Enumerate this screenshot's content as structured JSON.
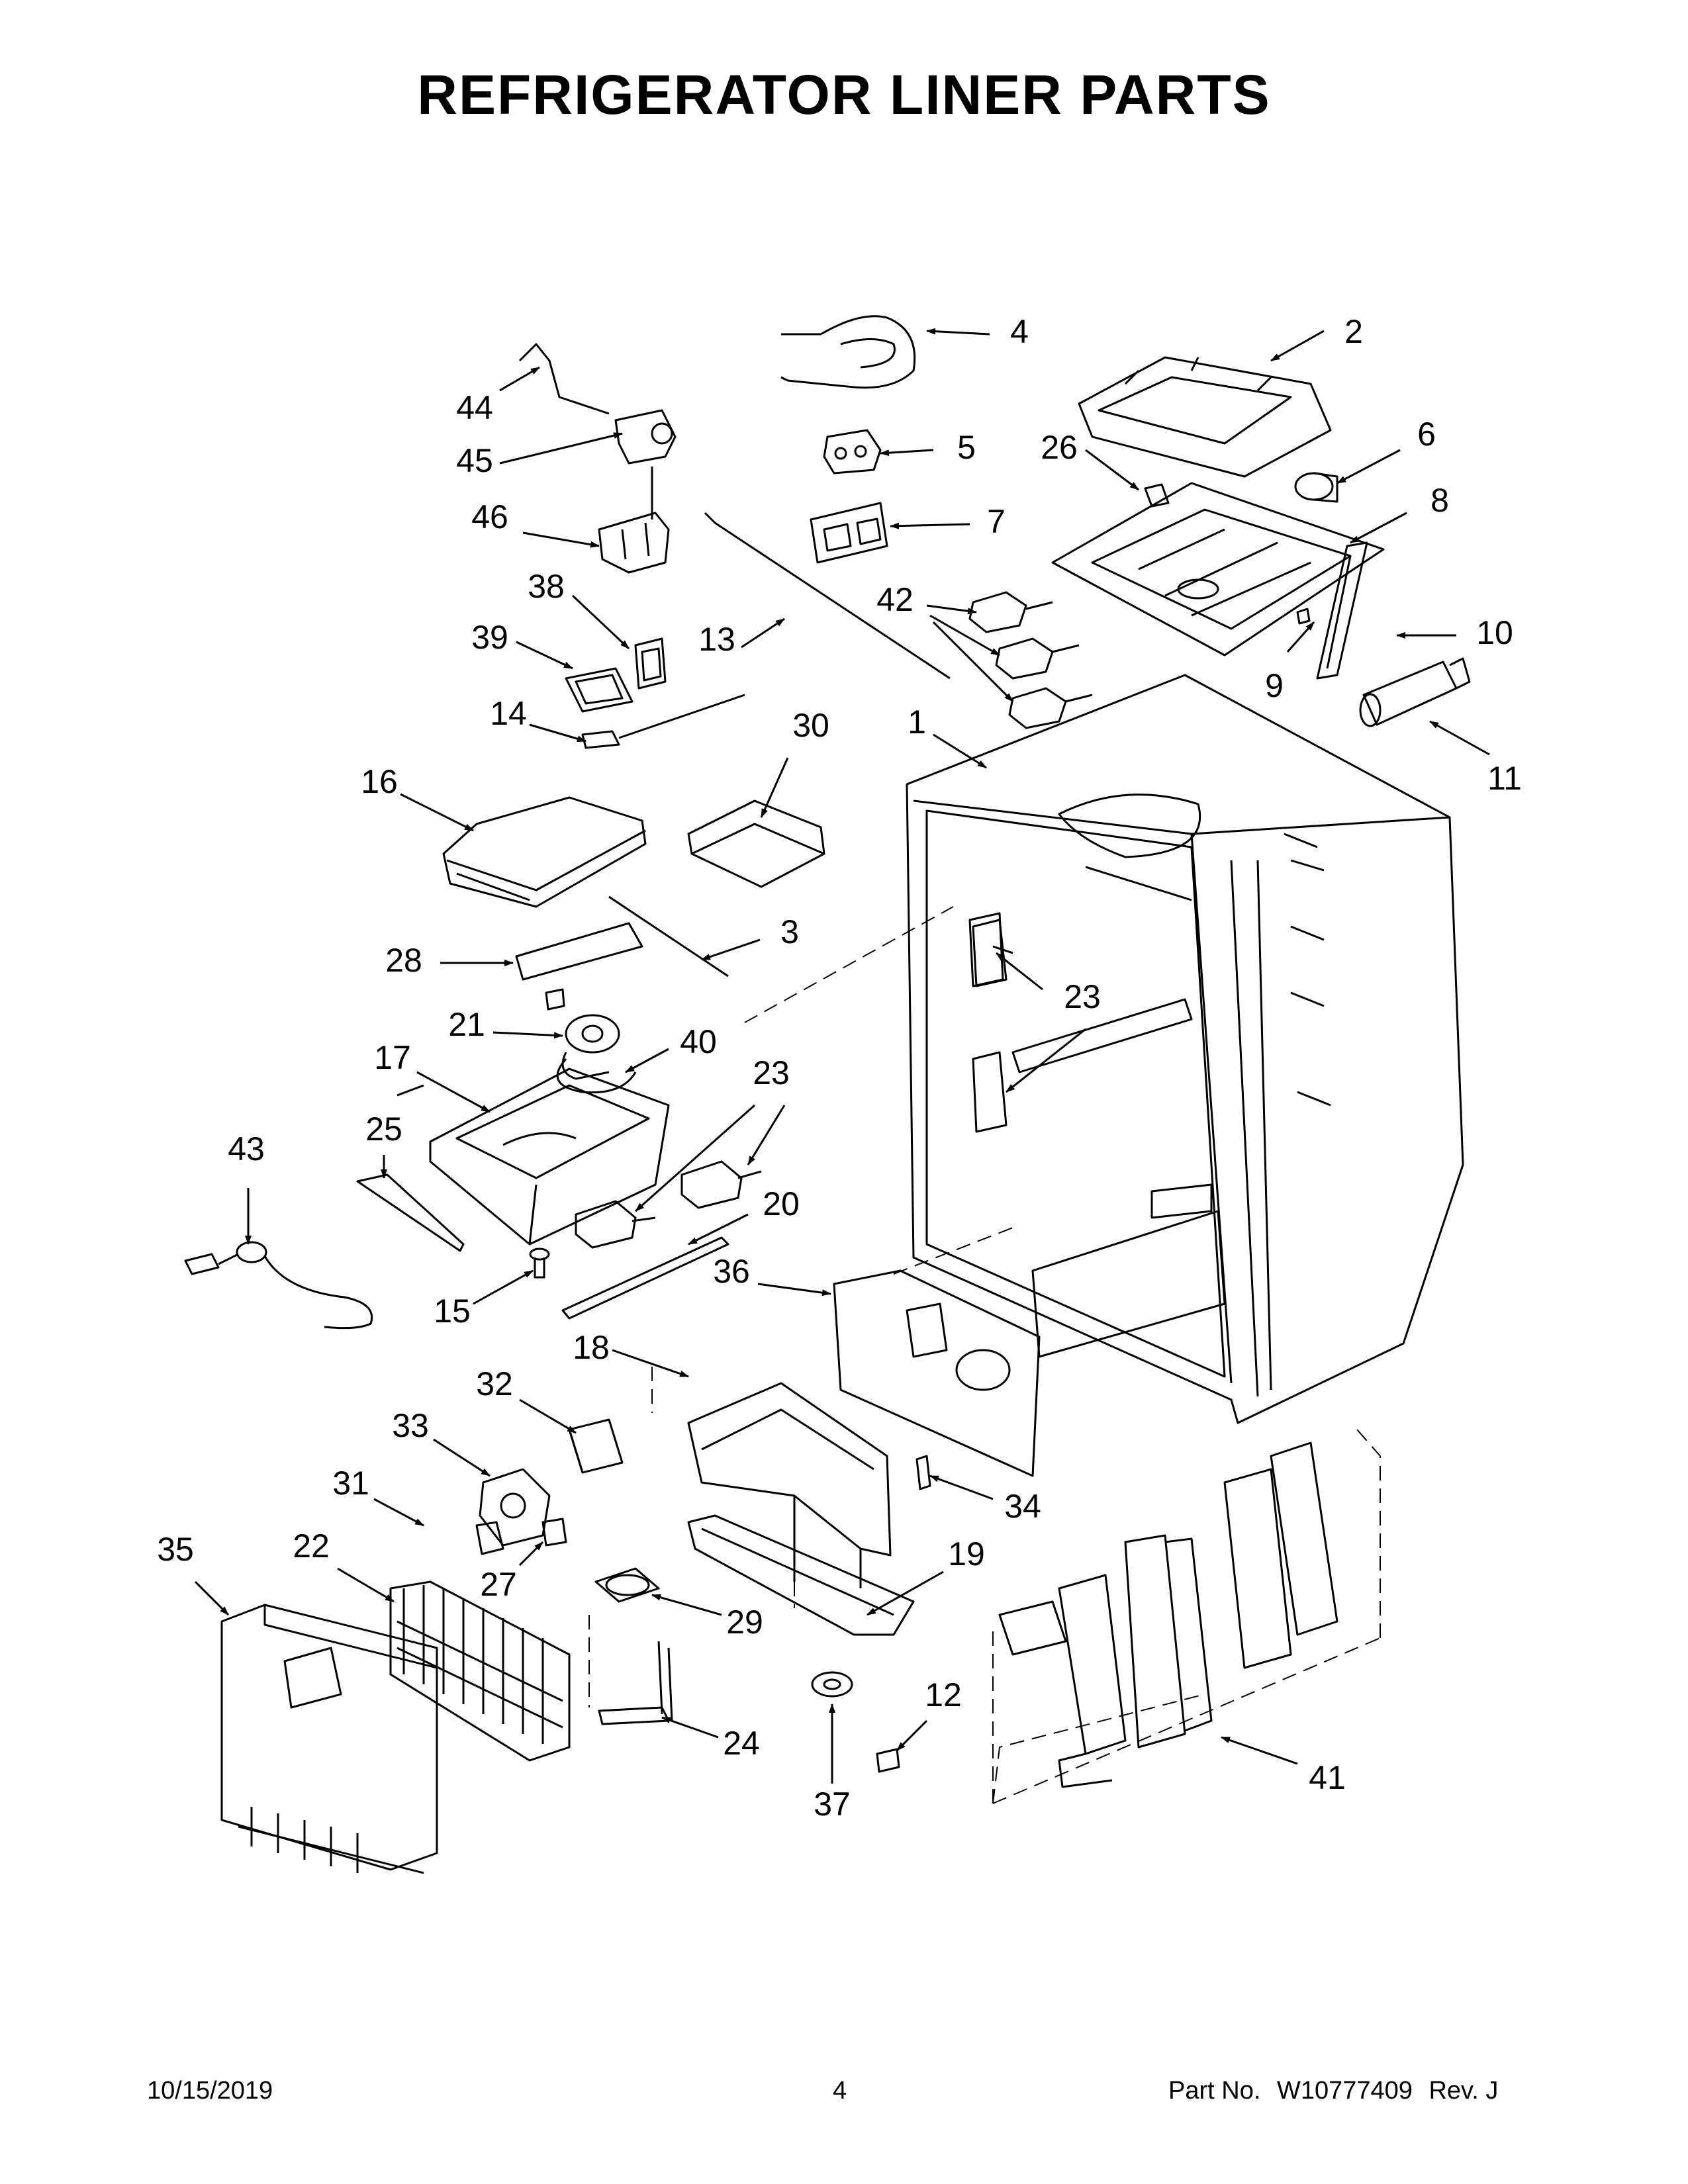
{
  "title": "REFRIGERATOR LINER PARTS",
  "callouts": {
    "c1": "1",
    "c2": "2",
    "c3": "3",
    "c4": "4",
    "c5": "5",
    "c6": "6",
    "c7": "7",
    "c8": "8",
    "c9": "9",
    "c10": "10",
    "c11": "11",
    "c12": "12",
    "c13": "13",
    "c14": "14",
    "c15": "15",
    "c16": "16",
    "c17": "17",
    "c18": "18",
    "c19": "19",
    "c20": "20",
    "c21": "21",
    "c22": "22",
    "c23a": "23",
    "c23b": "23",
    "c24": "24",
    "c25": "25",
    "c26": "26",
    "c27": "27",
    "c28": "28",
    "c29": "29",
    "c30": "30",
    "c31": "31",
    "c32": "32",
    "c33": "33",
    "c34": "34",
    "c35": "35",
    "c36": "36",
    "c37": "37",
    "c38": "38",
    "c39": "39",
    "c40": "40",
    "c41": "41",
    "c42": "42",
    "c43": "43",
    "c44": "44",
    "c45": "45",
    "c46": "46"
  },
  "footer": {
    "date": "10/15/2019",
    "page": "4",
    "part_label": "Part No.",
    "part_number": "W10777409",
    "rev": "Rev.  J"
  }
}
